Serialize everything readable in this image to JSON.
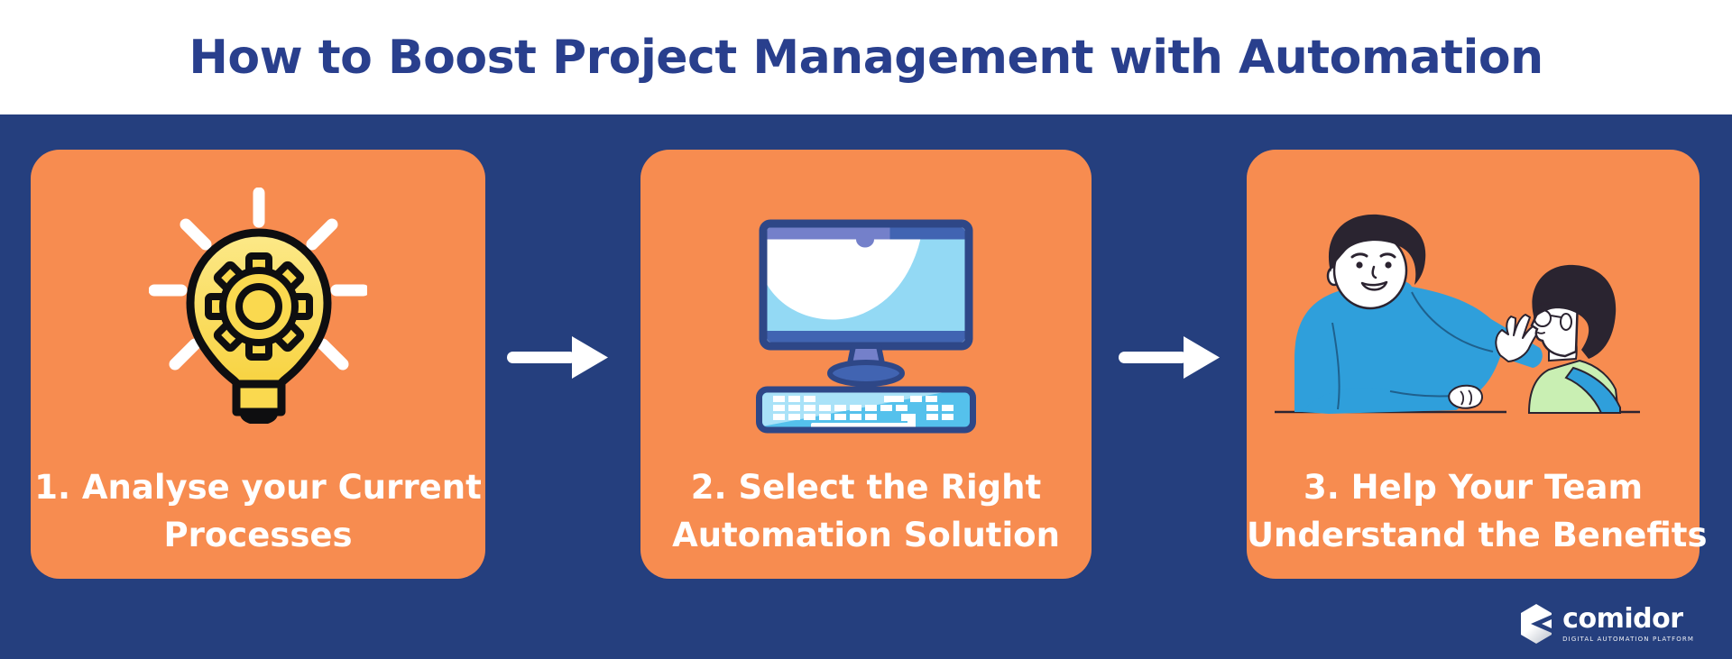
{
  "header": {
    "title": "How to Boost Project Management with Automation"
  },
  "steps": [
    {
      "icon": "lightbulb-gear-icon",
      "line1": "1. Analyse your Current",
      "line2": "Processes"
    },
    {
      "icon": "desktop-computer-icon",
      "line1": "2. Select the Right",
      "line2": "Automation Solution"
    },
    {
      "icon": "team-discussion-illustration",
      "line1": "3. Help Your Team",
      "line2": "Understand the Benefits"
    }
  ],
  "arrows": {
    "icon": "right-arrow-icon"
  },
  "footer": {
    "logo_icon": "comidor-hexagon-icon",
    "brand": "comidor",
    "tagline": "DIGITAL AUTOMATION PLATFORM"
  },
  "theme": {
    "bg_blue": "#253F7E",
    "orange": "#F78C50",
    "title_blue": "#293F8D",
    "white": "#FFFFFF",
    "yellow": "#FAD94F",
    "outline_dark": "#0E0E10",
    "sweater_blue": "#2F9FDB",
    "hair_dark": "#2A2430",
    "shirt_green": "#C9EFB3",
    "sky": "#55C1EC",
    "sky_light": "#A9E2F8",
    "screen_blue": "#93D9F4",
    "periwinkle": "#7480CA",
    "monitor_blue": "#4164B2",
    "navy": "#2E4787",
    "people_line": "#2B2330"
  }
}
